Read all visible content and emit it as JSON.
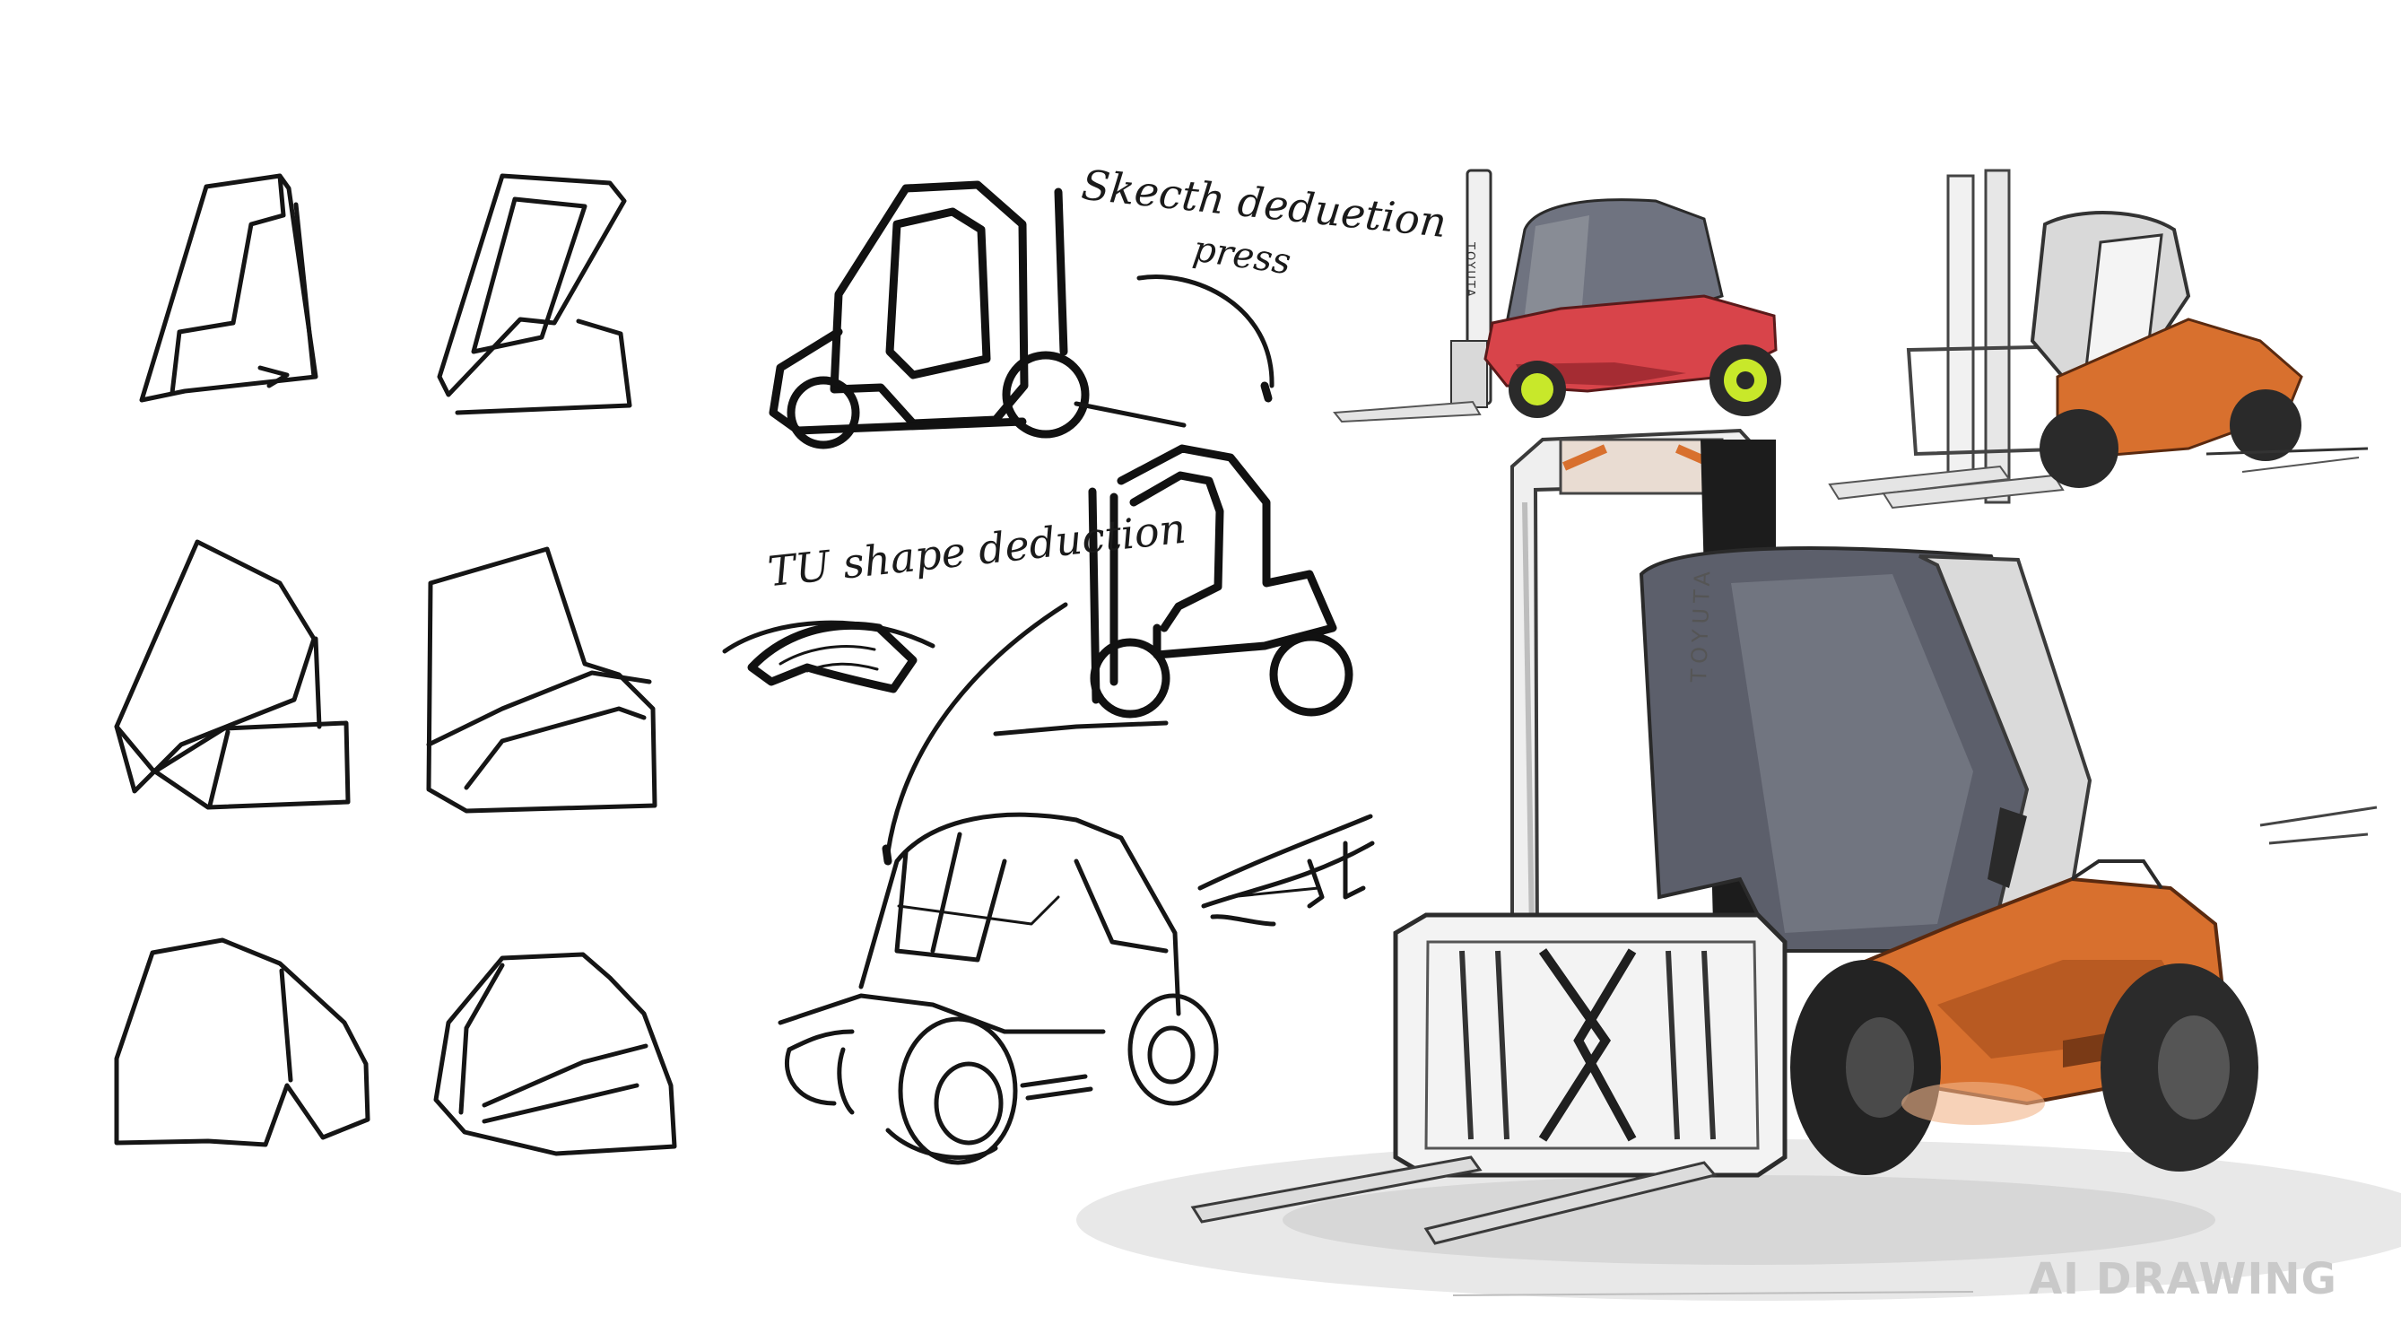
{
  "annotations": {
    "note_1": "Skecth deduetion",
    "note_2": "press",
    "note_3": "TU shape deduction"
  },
  "brand": {
    "large_label": "TOYUTA",
    "small_label": "TOYUTA"
  },
  "watermark": "AI DRAWING",
  "colors": {
    "ink": "#151515",
    "accent_orange": "#d8702e",
    "accent_red": "#d8444a",
    "lime": "#c8e82a",
    "glass": "#5c5f6b",
    "frame": "#e9e9e9"
  }
}
